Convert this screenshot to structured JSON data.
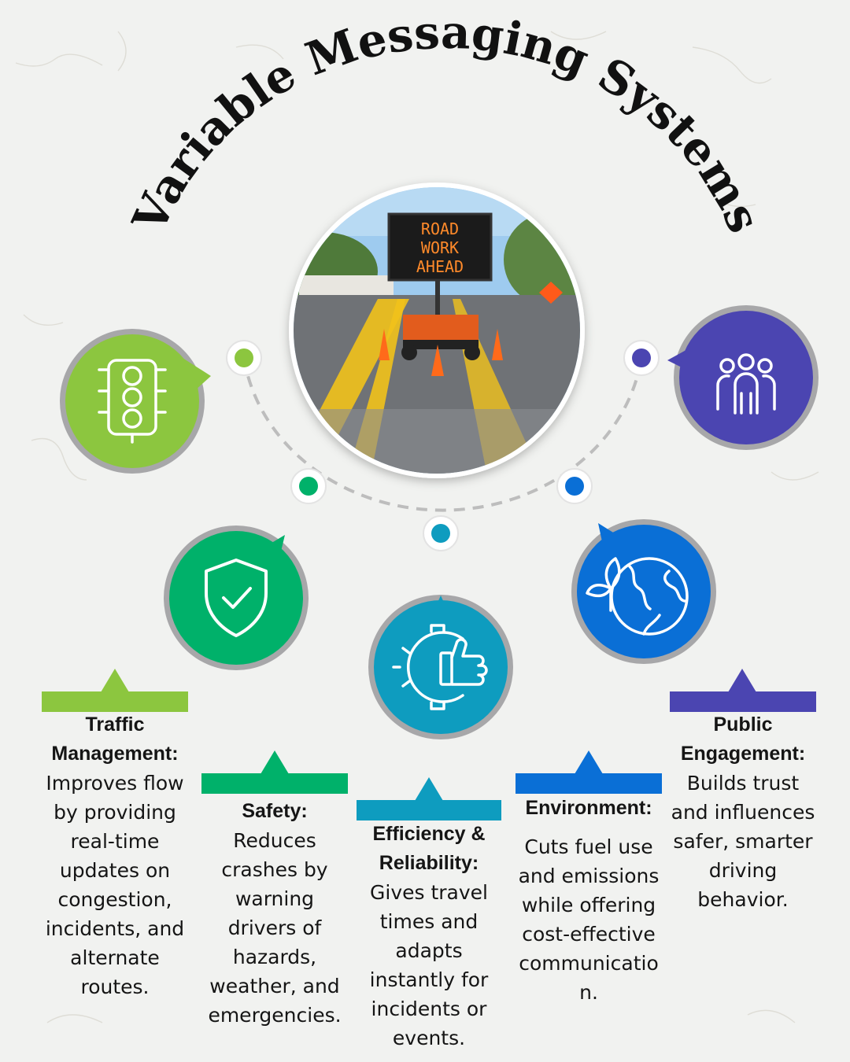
{
  "title": "Variable Messaging Systems",
  "sign_text": [
    "ROAD",
    "WORK",
    "AHEAD"
  ],
  "colors": {
    "traffic": "#8cc63f",
    "safety": "#00b16a",
    "efficiency": "#0e9cbf",
    "environment": "#0a6fd6",
    "engagement": "#4b45b1",
    "ring": "#c9c9c9"
  },
  "icons": {
    "traffic": "traffic-light-icon",
    "safety": "shield-check-icon",
    "efficiency": "gear-thumbs-up-icon",
    "environment": "globe-leaf-icon",
    "engagement": "people-group-icon"
  },
  "items": [
    {
      "title": [
        "Traffic",
        "Management:"
      ],
      "body": [
        "Improves flow",
        "by providing",
        "real-time",
        "updates on",
        "congestion,",
        "incidents, and",
        "alternate",
        "routes."
      ]
    },
    {
      "title": [
        "Safety:"
      ],
      "body": [
        "Reduces",
        "crashes by",
        "warning",
        "drivers of",
        "hazards,",
        "weather, and",
        "emergencies."
      ]
    },
    {
      "title": [
        "Efficiency &",
        "Reliability:"
      ],
      "body": [
        "Gives travel",
        "times and",
        "adapts",
        "instantly for",
        "incidents or",
        "events."
      ]
    },
    {
      "title": [
        "Environment:"
      ],
      "body": [
        "Cuts fuel use",
        "and emissions",
        "while offering",
        "cost-effective",
        "communicatio",
        "n."
      ]
    },
    {
      "title": [
        "Public",
        "Engagement:"
      ],
      "body": [
        "Builds trust",
        "and influences",
        "safer, smarter",
        "driving",
        "behavior."
      ]
    }
  ]
}
